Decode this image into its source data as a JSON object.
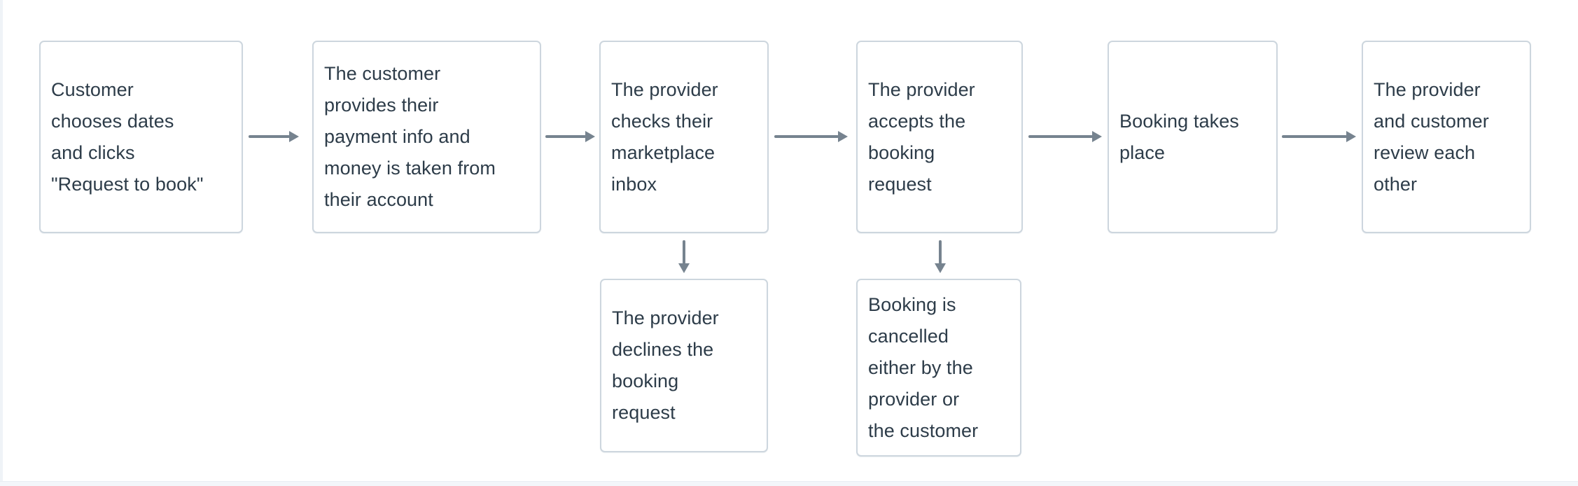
{
  "page": {
    "background_color": "#ffffff",
    "left_edge_strip_color": "#eff3f7",
    "bottom_edge_strip_color": "#f3f6fa"
  },
  "diagram": {
    "type": "flowchart",
    "direction": "left-to-right",
    "node_background_color": "#ffffff",
    "node_border_color": "#cdd6de",
    "text_color": "#2d3c49",
    "arrow_color": "#76838f",
    "nodes": [
      {
        "id": "choose-dates",
        "label": "Customer\nchooses dates\nand clicks\n\"Request to book\""
      },
      {
        "id": "provide-payment",
        "label": "The customer\nprovides their\npayment info and\nmoney is taken from\ntheir account"
      },
      {
        "id": "check-inbox",
        "label": "The provider\nchecks their\nmarketplace\ninbox"
      },
      {
        "id": "accept-request",
        "label": "The provider\naccepts the\nbooking\nrequest"
      },
      {
        "id": "booking-takes-place",
        "label": "Booking takes\nplace"
      },
      {
        "id": "review-each-other",
        "label": "The provider\nand customer\nreview each\nother"
      },
      {
        "id": "decline-request",
        "label": "The provider\ndeclines the\nbooking\nrequest"
      },
      {
        "id": "booking-cancelled",
        "label": "Booking is\ncancelled\neither by the\nprovider or\nthe customer"
      }
    ],
    "edges": [
      {
        "from": "choose-dates",
        "to": "provide-payment",
        "direction": "right"
      },
      {
        "from": "provide-payment",
        "to": "check-inbox",
        "direction": "right"
      },
      {
        "from": "check-inbox",
        "to": "accept-request",
        "direction": "right"
      },
      {
        "from": "accept-request",
        "to": "booking-takes-place",
        "direction": "right"
      },
      {
        "from": "booking-takes-place",
        "to": "review-each-other",
        "direction": "right"
      },
      {
        "from": "check-inbox",
        "to": "decline-request",
        "direction": "down"
      },
      {
        "from": "accept-request",
        "to": "booking-cancelled",
        "direction": "down"
      }
    ]
  }
}
